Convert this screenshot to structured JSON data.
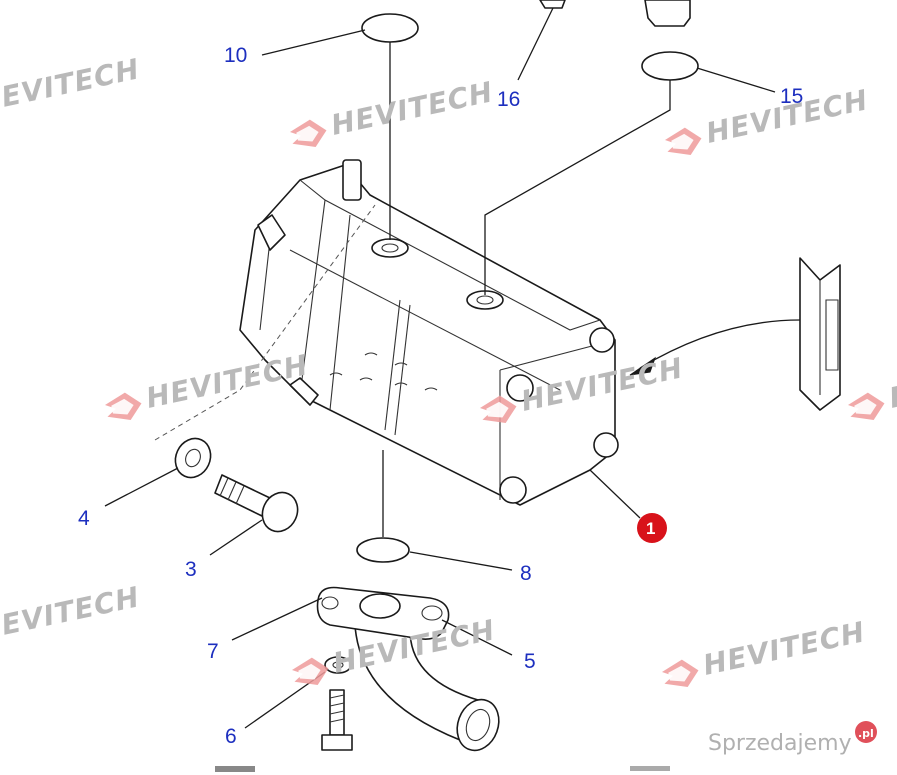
{
  "diagram": {
    "callouts": {
      "c10": "10",
      "c16": "16",
      "c15": "15",
      "c4": "4",
      "c3": "3",
      "c8": "8",
      "c7": "7",
      "c5": "5",
      "c6": "6",
      "c1": "1"
    },
    "watermark": {
      "brand": "HEVITECH"
    },
    "footer": {
      "site": "Sprzedajemy",
      "suffix": ".pl"
    },
    "colors": {
      "callout": "#1d2fbf",
      "marker": "#d8121a",
      "watermark": "#b9b9b9",
      "logo": "#e58a8a"
    }
  }
}
